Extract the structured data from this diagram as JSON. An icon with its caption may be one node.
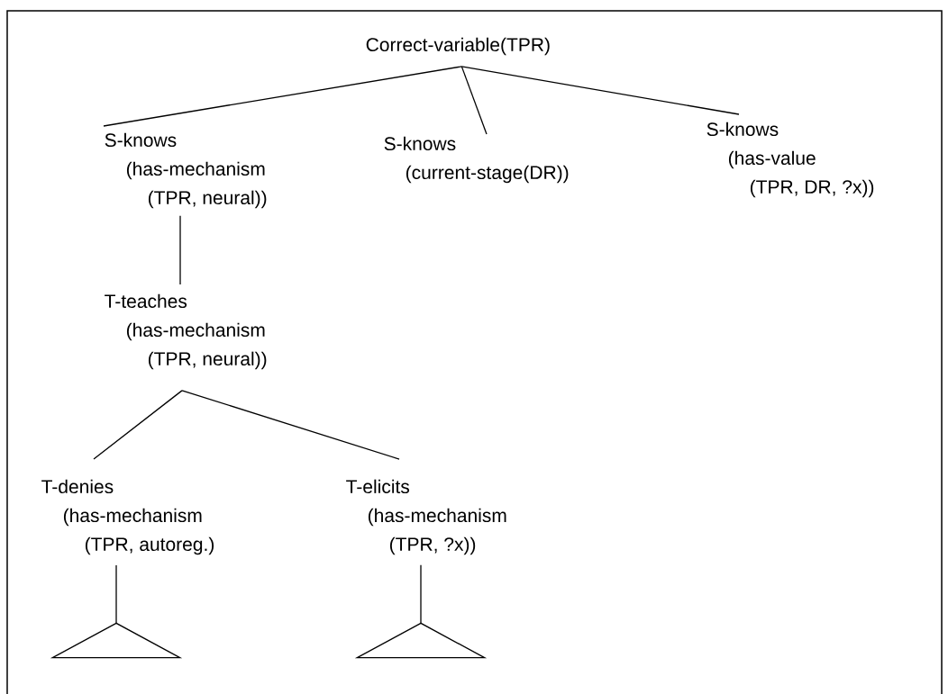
{
  "diagram": {
    "nodes": [
      {
        "text": [
          "Correct-variable(TPR)"
        ]
      },
      {
        "text": [
          "S-knows",
          "(has-mechanism",
          "(TPR, neural))"
        ]
      },
      {
        "text": [
          "S-knows",
          "(current-stage(DR))"
        ]
      },
      {
        "text": [
          "S-knows",
          "(has-value",
          "(TPR, DR, ?x))"
        ]
      },
      {
        "text": [
          "T-teaches",
          "(has-mechanism",
          "(TPR, neural))"
        ]
      },
      {
        "text": [
          "T-denies",
          "(has-mechanism",
          "(TPR, autoreg.)"
        ]
      },
      {
        "text": [
          "T-elicits",
          "(has-mechanism",
          "(TPR, ?x))"
        ]
      },
      {
        "text": [],
        "shape": "triangle"
      },
      {
        "text": [],
        "shape": "triangle"
      }
    ],
    "edges": [
      {
        "from": 0,
        "to": 1,
        "arrow": "none"
      },
      {
        "from": 0,
        "to": 2,
        "arrow": "none"
      },
      {
        "from": 0,
        "to": 3,
        "arrow": "none"
      },
      {
        "from": 1,
        "to": 4,
        "arrow": "none"
      },
      {
        "from": 4,
        "to": 5,
        "arrow": "none"
      },
      {
        "from": 4,
        "to": 6,
        "arrow": "none"
      },
      {
        "from": 5,
        "to": 7,
        "arrow": "none"
      },
      {
        "from": 6,
        "to": 8,
        "arrow": "none"
      }
    ]
  }
}
